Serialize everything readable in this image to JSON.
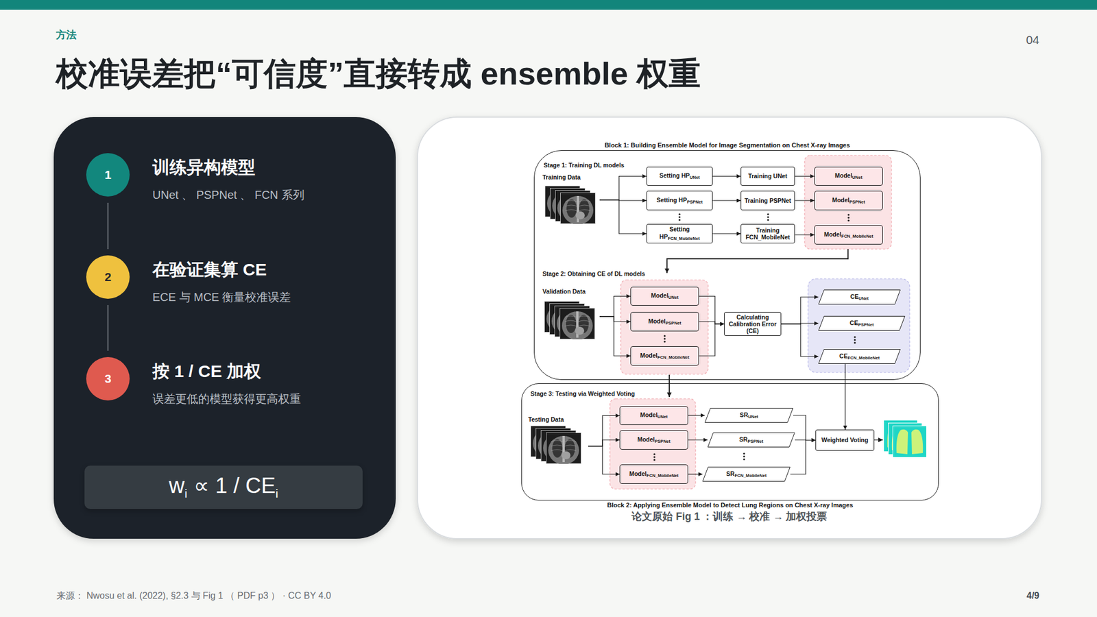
{
  "diagram": {
    "title": "校准误差把“可信度”直接转成 ensemble 权重",
    "caption": "论文原始 Fig 1 ：训练 → 校准 → 加权投票",
    "nodes": [
      {
        "text": [
          "1"
        ]
      },
      {
        "text": [
          "训练异构模型",
          "UNet 、 PSPNet 、 FCN 系列"
        ]
      },
      {
        "text": [
          "2"
        ]
      },
      {
        "text": [
          "在验证集算 CE",
          "ECE 与 MCE 衡量校准误差"
        ]
      },
      {
        "text": [
          "3"
        ]
      },
      {
        "text": [
          "按 1 / CE 加权",
          "误差更低的模型获得更高权重"
        ]
      },
      {
        "text": [
          "w",
          "i",
          "∝ 1 / CE",
          "i"
        ]
      },
      {
        "text": [
          "Block 1: Building Ensemble Model for Image Segmentation on Chest X-ray Images"
        ]
      },
      {
        "text": [
          "Training Data"
        ],
        "in": 7
      },
      {
        "text": [
          "Setting HP",
          "UNet"
        ],
        "in": 7
      },
      {
        "text": [
          "Training UNet"
        ],
        "in": 7
      },
      {
        "text": [
          "Model",
          "UNet"
        ],
        "in": 7
      },
      {
        "text": [
          "Setting HP",
          "PSPNet"
        ],
        "in": 7
      },
      {
        "text": [
          "Training PSPNet"
        ],
        "in": 7
      },
      {
        "text": [
          "Model",
          "PSPNet"
        ],
        "in": 7
      },
      {
        "text": [
          "Setting HP",
          "FCN_MobileNet"
        ],
        "in": 7
      },
      {
        "text": [
          "Training FCN_MobileNet"
        ],
        "in": 7
      },
      {
        "text": [
          "Model",
          "FCN_MobileNet"
        ],
        "in": 7
      },
      {
        "text": [
          "Validation Data"
        ],
        "in": 7
      },
      {
        "text": [
          "Model",
          "UNet"
        ],
        "in": 7
      },
      {
        "text": [
          "Model",
          "PSPNet"
        ],
        "in": 7
      },
      {
        "text": [
          "Model",
          "FCN_MobileNet"
        ],
        "in": 7
      },
      {
        "text": [
          "Calculating Calibration Error (CE)"
        ],
        "in": 7
      },
      {
        "text": [
          "CE",
          "UNet"
        ],
        "in": 7
      },
      {
        "text": [
          "CE",
          "PSPNet"
        ],
        "in": 7
      },
      {
        "text": [
          "CE",
          "FCN_MobileNet"
        ],
        "in": 7
      },
      {
        "text": [
          "Block 2: Applying Ensemble Model to Detect Lung Regions on Chest X-ray Images"
        ]
      },
      {
        "text": [
          "Testing Data"
        ],
        "in": 26
      },
      {
        "text": [
          "Model",
          "UNet"
        ],
        "in": 26
      },
      {
        "text": [
          "Model",
          "PSPNet"
        ],
        "in": 26
      },
      {
        "text": [
          "Model",
          "FCN_MobileNet"
        ],
        "in": 26
      },
      {
        "text": [
          "SR",
          "UNet"
        ],
        "in": 26
      },
      {
        "text": [
          "SR",
          "PSPNet"
        ],
        "in": 26
      },
      {
        "text": [
          "SR",
          "FCN_MobileNet"
        ],
        "in": 26
      },
      {
        "text": [
          "Weighted Voting"
        ],
        "in": 26
      }
    ],
    "edges": [
      {
        "from": 0,
        "to": 2,
        "arrow": "none"
      },
      {
        "from": 2,
        "to": 4,
        "arrow": "none"
      },
      {
        "from": 8,
        "to": 9,
        "arrow": "to"
      },
      {
        "from": 8,
        "to": 12,
        "arrow": "to"
      },
      {
        "from": 8,
        "to": 15,
        "arrow": "to"
      },
      {
        "from": 9,
        "to": 10,
        "arrow": "to"
      },
      {
        "from": 12,
        "to": 13,
        "arrow": "to"
      },
      {
        "from": 15,
        "to": 16,
        "arrow": "to"
      },
      {
        "from": 10,
        "to": 11,
        "arrow": "to"
      },
      {
        "from": 13,
        "to": 14,
        "arrow": "to"
      },
      {
        "from": 16,
        "to": 17,
        "arrow": "to"
      },
      {
        "from": 18,
        "to": 19,
        "arrow": "to"
      },
      {
        "from": 18,
        "to": 20,
        "arrow": "to"
      },
      {
        "from": 18,
        "to": 21,
        "arrow": "to"
      },
      {
        "from": 19,
        "to": 22,
        "arrow": "to"
      },
      {
        "from": 20,
        "to": 22,
        "arrow": "to"
      },
      {
        "from": 21,
        "to": 22,
        "arrow": "to"
      },
      {
        "from": 22,
        "to": 23,
        "arrow": "to"
      },
      {
        "from": 22,
        "to": 24,
        "arrow": "to"
      },
      {
        "from": 22,
        "to": 25,
        "arrow": "to"
      },
      {
        "from": 27,
        "to": 28,
        "arrow": "to"
      },
      {
        "from": 27,
        "to": 29,
        "arrow": "to"
      },
      {
        "from": 27,
        "to": 30,
        "arrow": "to"
      },
      {
        "from": 28,
        "to": 31,
        "arrow": "to"
      },
      {
        "from": 29,
        "to": 32,
        "arrow": "to"
      },
      {
        "from": 30,
        "to": 33,
        "arrow": "to"
      },
      {
        "from": 31,
        "to": 34,
        "arrow": "to"
      },
      {
        "from": 32,
        "to": 34,
        "arrow": "to"
      },
      {
        "from": 33,
        "to": 34,
        "arrow": "to"
      },
      {
        "from": 25,
        "to": 34,
        "arrow": "to"
      }
    ],
    "labels": [
      "方法",
      "04",
      "Stage 1: Training DL models",
      "Stage 2: Obtaining CE of DL models",
      "Stage 3: Testing via Weighted Voting",
      "来源： Nwosu et al. (2022), §2.3 与 Fig 1 （ PDF p3 ） · CC BY 4.0",
      "4/9"
    ]
  }
}
